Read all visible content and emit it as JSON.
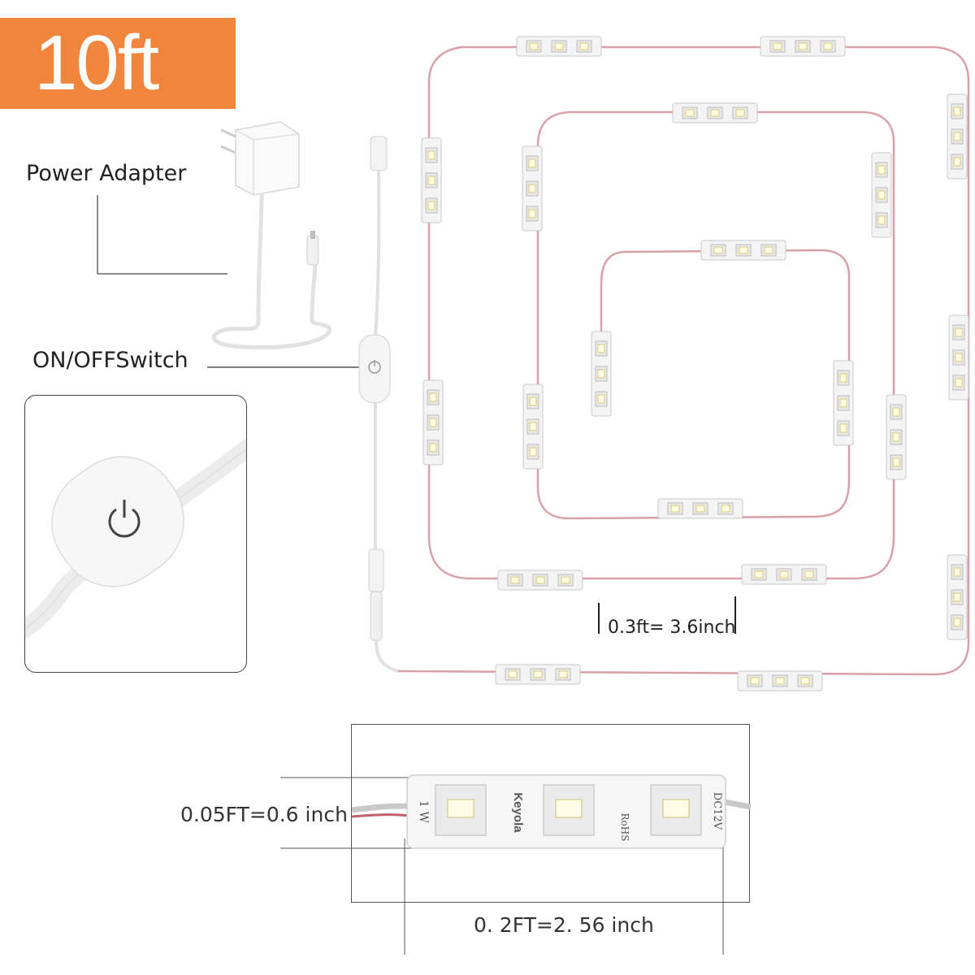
{
  "badge": {
    "text": "10ft",
    "color": "#f2853c"
  },
  "labels": {
    "power_adapter": "Power Adapter",
    "switch": "ON/OFFSwitch",
    "module_gap": "0.3ft= 3.6inch",
    "module_height": "0.05FT=0.6 inch",
    "module_width": "0. 2FT=2. 56 inch"
  },
  "module": {
    "power_text": "1 W",
    "brand": "Keyola",
    "cert": "RoHS",
    "voltage": "DC12V"
  },
  "icons": {
    "power": "power-icon",
    "adapter": "power-adapter-icon",
    "switch": "inline-switch-icon"
  }
}
